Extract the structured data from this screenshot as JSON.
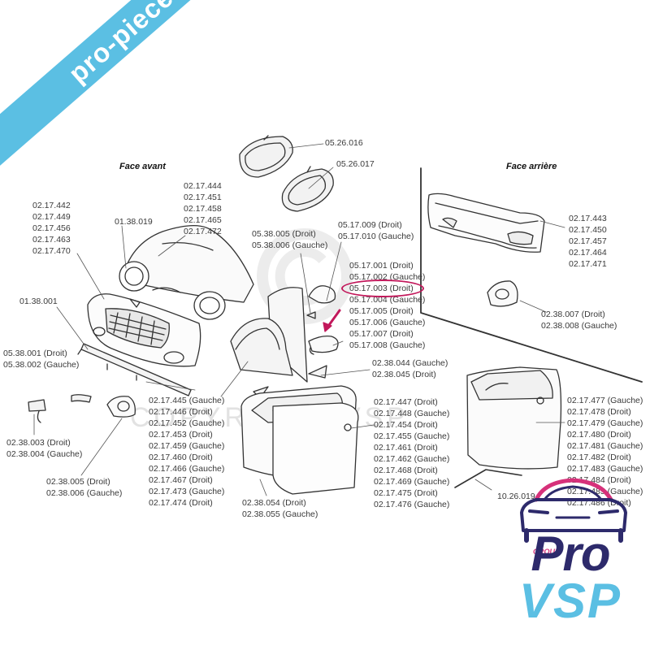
{
  "watermark": {
    "banner_text": "pro-piece-vsp.com",
    "center_text": "COPYRIGHT  VSP"
  },
  "titles": {
    "front": "Face avant",
    "rear": "Face arrière"
  },
  "labels": {
    "l01": [
      "02.17.442",
      "02.17.449",
      "02.17.456",
      "02.17.463",
      "02.17.470"
    ],
    "l02": [
      "01.38.019"
    ],
    "l03": [
      "02.17.444",
      "02.17.451",
      "02.17.458",
      "02.17.465",
      "02.17.472"
    ],
    "l04": [
      "05.26.016"
    ],
    "l05": [
      "05.26.017"
    ],
    "l06": [
      "05.38.005 (Droit)",
      "05.38.006 (Gauche)"
    ],
    "l07": [
      "05.17.009 (Droit)",
      "05.17.010 (Gauche)"
    ],
    "l08": [
      "05.17.001 (Droit)",
      "05.17.002 (Gauche)",
      "05.17.003 (Droit)",
      "05.17.004 (Gauche)",
      "05.17.005 (Droit)",
      "05.17.006 (Gauche)",
      "05.17.007 (Droit)",
      "05.17.008 (Gauche)"
    ],
    "l09": [
      "01.38.001"
    ],
    "l10": [
      "05.38.001 (Droit)",
      "05.38.002 (Gauche)"
    ],
    "l11": [
      "02.38.044 (Gauche)",
      "02.38.045 (Droit)"
    ],
    "l12": [
      "02.17.443",
      "02.17.450",
      "02.17.457",
      "02.17.464",
      "02.17.471"
    ],
    "l13": [
      "02.38.007 (Droit)",
      "02.38.008 (Gauche)"
    ],
    "l14": [
      "02.17.445 (Gauche)",
      "02.17.446 (Droit)",
      "02.17.452 (Gauche)",
      "02.17.453 (Droit)",
      "02.17.459 (Gauche)",
      "02.17.460 (Droit)",
      "02.17.466 (Gauche)",
      "02.17.467 (Droit)",
      "02.17.473 (Gauche)",
      "02.17.474 (Droit)"
    ],
    "l15": [
      "02.17.447 (Droit)",
      "02.17.448 (Gauche)",
      "02.17.454 (Droit)",
      "02.17.455 (Gauche)",
      "02.17.461 (Droit)",
      "02.17.462 (Gauche)",
      "02.17.468 (Droit)",
      "02.17.469 (Gauche)",
      "02.17.475 (Droit)",
      "02.17.476 (Gauche)"
    ],
    "l16": [
      "02.17.477 (Gauche)",
      "02.17.478 (Droit)",
      "02.17.479 (Gauche)",
      "02.17.480 (Droit)",
      "02.17.481 (Gauche)",
      "02.17.482 (Droit)",
      "02.17.483 (Gauche)",
      "02.17.484 (Droit)",
      "02.17.485 (Gauche)",
      "02.17.486 (Droit)"
    ],
    "l17": [
      "10.26.019"
    ],
    "l18": [
      "02.38.003 (Droit)",
      "02.38.004 (Gauche)"
    ],
    "l19": [
      "02.38.005 (Droit)",
      "02.38.006 (Gauche)"
    ],
    "l20": [
      "02.38.054 (Droit)",
      "02.38.055 (Gauche)"
    ]
  },
  "highlight": {
    "part": "05.17.003 (Droit)",
    "color": "#c2185b"
  },
  "logo": {
    "line1": "Pro",
    "line2": "VSP",
    "tag": "GROUP",
    "color_primary": "#2d2a6b",
    "color_secondary": "#5bbfe3",
    "color_accent": "#d6317a"
  }
}
